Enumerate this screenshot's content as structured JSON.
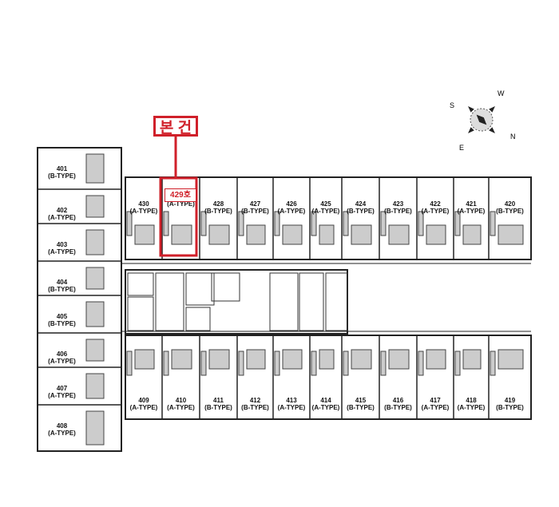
{
  "highlight": {
    "label": "본 건",
    "unit": "429호",
    "color": "#d0202a"
  },
  "left_units": [
    {
      "no": "401",
      "type": "(B-TYPE)"
    },
    {
      "no": "402",
      "type": "(A-TYPE)"
    },
    {
      "no": "403",
      "type": "(A-TYPE)"
    },
    {
      "no": "404",
      "type": "(B-TYPE)"
    },
    {
      "no": "405",
      "type": "(B-TYPE)"
    },
    {
      "no": "406",
      "type": "(A-TYPE)"
    },
    {
      "no": "407",
      "type": "(A-TYPE)"
    },
    {
      "no": "408",
      "type": "(A-TYPE)"
    }
  ],
  "top_units": [
    {
      "no": "430",
      "type": "(A-TYPE)"
    },
    {
      "no": "",
      "type": "(A-TYPE)"
    },
    {
      "no": "428",
      "type": "(B-TYPE)"
    },
    {
      "no": "427",
      "type": "(B-TYPE)"
    },
    {
      "no": "426",
      "type": "(A-TYPE)"
    },
    {
      "no": "425",
      "type": "(A-TYPE)"
    },
    {
      "no": "424",
      "type": "(B-TYPE)"
    },
    {
      "no": "423",
      "type": "(B-TYPE)"
    },
    {
      "no": "422",
      "type": "(A-TYPE)"
    },
    {
      "no": "421",
      "type": "(A-TYPE)"
    },
    {
      "no": "420",
      "type": "(B-TYPE)"
    }
  ],
  "bottom_units": [
    {
      "no": "409",
      "type": "(A-TYPE)"
    },
    {
      "no": "410",
      "type": "(A-TYPE)"
    },
    {
      "no": "411",
      "type": "(B-TYPE)"
    },
    {
      "no": "412",
      "type": "(B-TYPE)"
    },
    {
      "no": "413",
      "type": "(A-TYPE)"
    },
    {
      "no": "414",
      "type": "(A-TYPE)"
    },
    {
      "no": "415",
      "type": "(B-TYPE)"
    },
    {
      "no": "416",
      "type": "(B-TYPE)"
    },
    {
      "no": "417",
      "type": "(A-TYPE)"
    },
    {
      "no": "418",
      "type": "(A-TYPE)"
    },
    {
      "no": "419",
      "type": "(B-TYPE)"
    }
  ],
  "compass": {
    "n": "N",
    "s": "S",
    "e": "E",
    "w": "W"
  }
}
